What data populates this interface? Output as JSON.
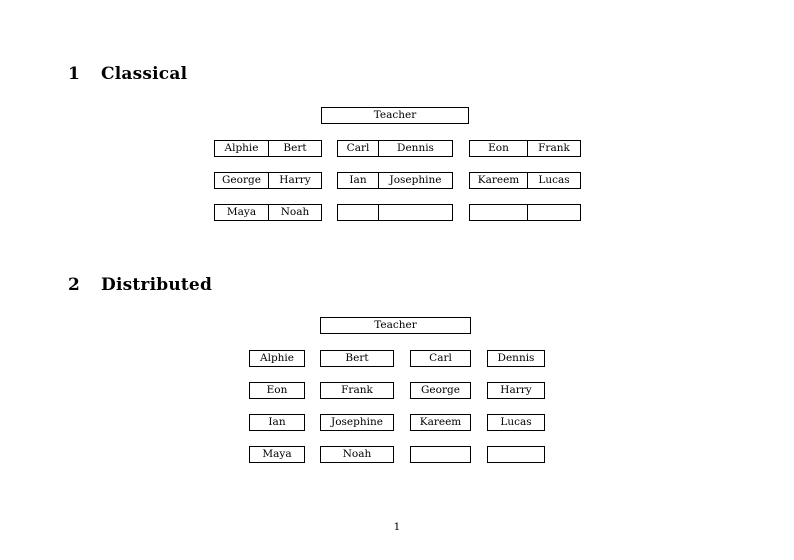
{
  "document": {
    "page_number": "1"
  },
  "sections": [
    {
      "number": "1",
      "title": "Classical",
      "teacher": "Teacher",
      "groups": [
        {
          "rows": [
            [
              "Alphie",
              "Bert"
            ],
            [
              "George",
              "Harry"
            ],
            [
              "Maya",
              "Noah"
            ]
          ]
        },
        {
          "rows": [
            [
              "Carl",
              "Dennis"
            ],
            [
              "Ian",
              "Josephine"
            ],
            [
              "",
              ""
            ]
          ]
        },
        {
          "rows": [
            [
              "Eon",
              "Frank"
            ],
            [
              "Kareem",
              "Lucas"
            ],
            [
              "",
              ""
            ]
          ]
        }
      ]
    },
    {
      "number": "2",
      "title": "Distributed",
      "teacher": "Teacher",
      "columns": [
        {
          "cells": [
            "Alphie",
            "Eon",
            "Ian",
            "Maya"
          ]
        },
        {
          "cells": [
            "Bert",
            "Frank",
            "Josephine",
            "Noah"
          ]
        },
        {
          "cells": [
            "Carl",
            "George",
            "Kareem",
            ""
          ]
        },
        {
          "cells": [
            "Dennis",
            "Harry",
            "Lucas",
            ""
          ]
        }
      ]
    }
  ]
}
